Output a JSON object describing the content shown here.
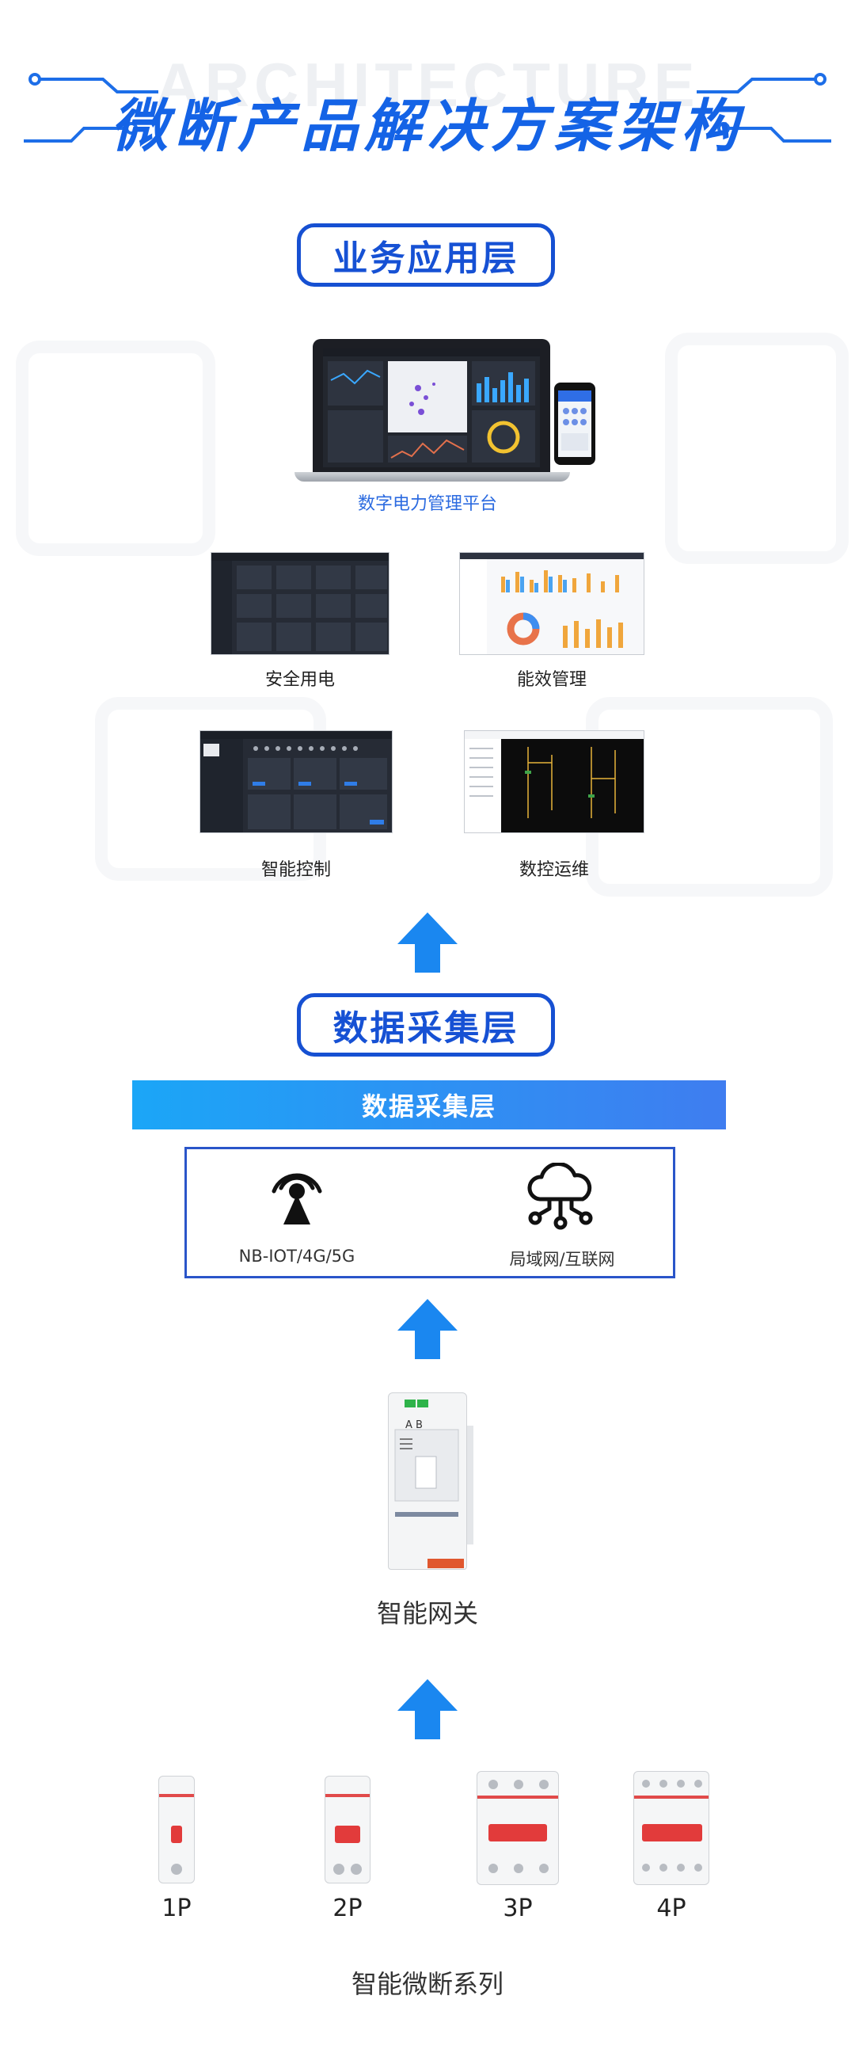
{
  "header": {
    "watermark": "ARCHITECTURE",
    "title": "微断产品解决方案架构"
  },
  "app_layer": {
    "label": "业务应用层",
    "platform_caption": "数字电力管理平台",
    "modules": [
      {
        "label": "安全用电"
      },
      {
        "label": "能效管理"
      },
      {
        "label": "智能控制"
      },
      {
        "label": "数控运维"
      }
    ]
  },
  "data_layer": {
    "label": "数据采集层",
    "banner": "数据采集层",
    "networks": [
      {
        "label": "NB-IOT/4G/5G",
        "icon": "antenna-tower-icon"
      },
      {
        "label": "局域网/互联网",
        "icon": "cloud-network-icon"
      }
    ]
  },
  "gateway": {
    "label": "智能网关",
    "panel_marks": "A  B"
  },
  "breakers": {
    "caption": "智能微断系列",
    "items": [
      {
        "label": "1P",
        "poles": 1
      },
      {
        "label": "2P",
        "poles": 2
      },
      {
        "label": "3P",
        "poles": 3
      },
      {
        "label": "4P",
        "poles": 4
      }
    ]
  },
  "colors": {
    "title_blue": "#1463e6",
    "pill_border": "#1650d2",
    "arrow_blue": "#1a87f0",
    "banner_start": "#1ba6f7",
    "banner_end": "#3f7df0"
  }
}
